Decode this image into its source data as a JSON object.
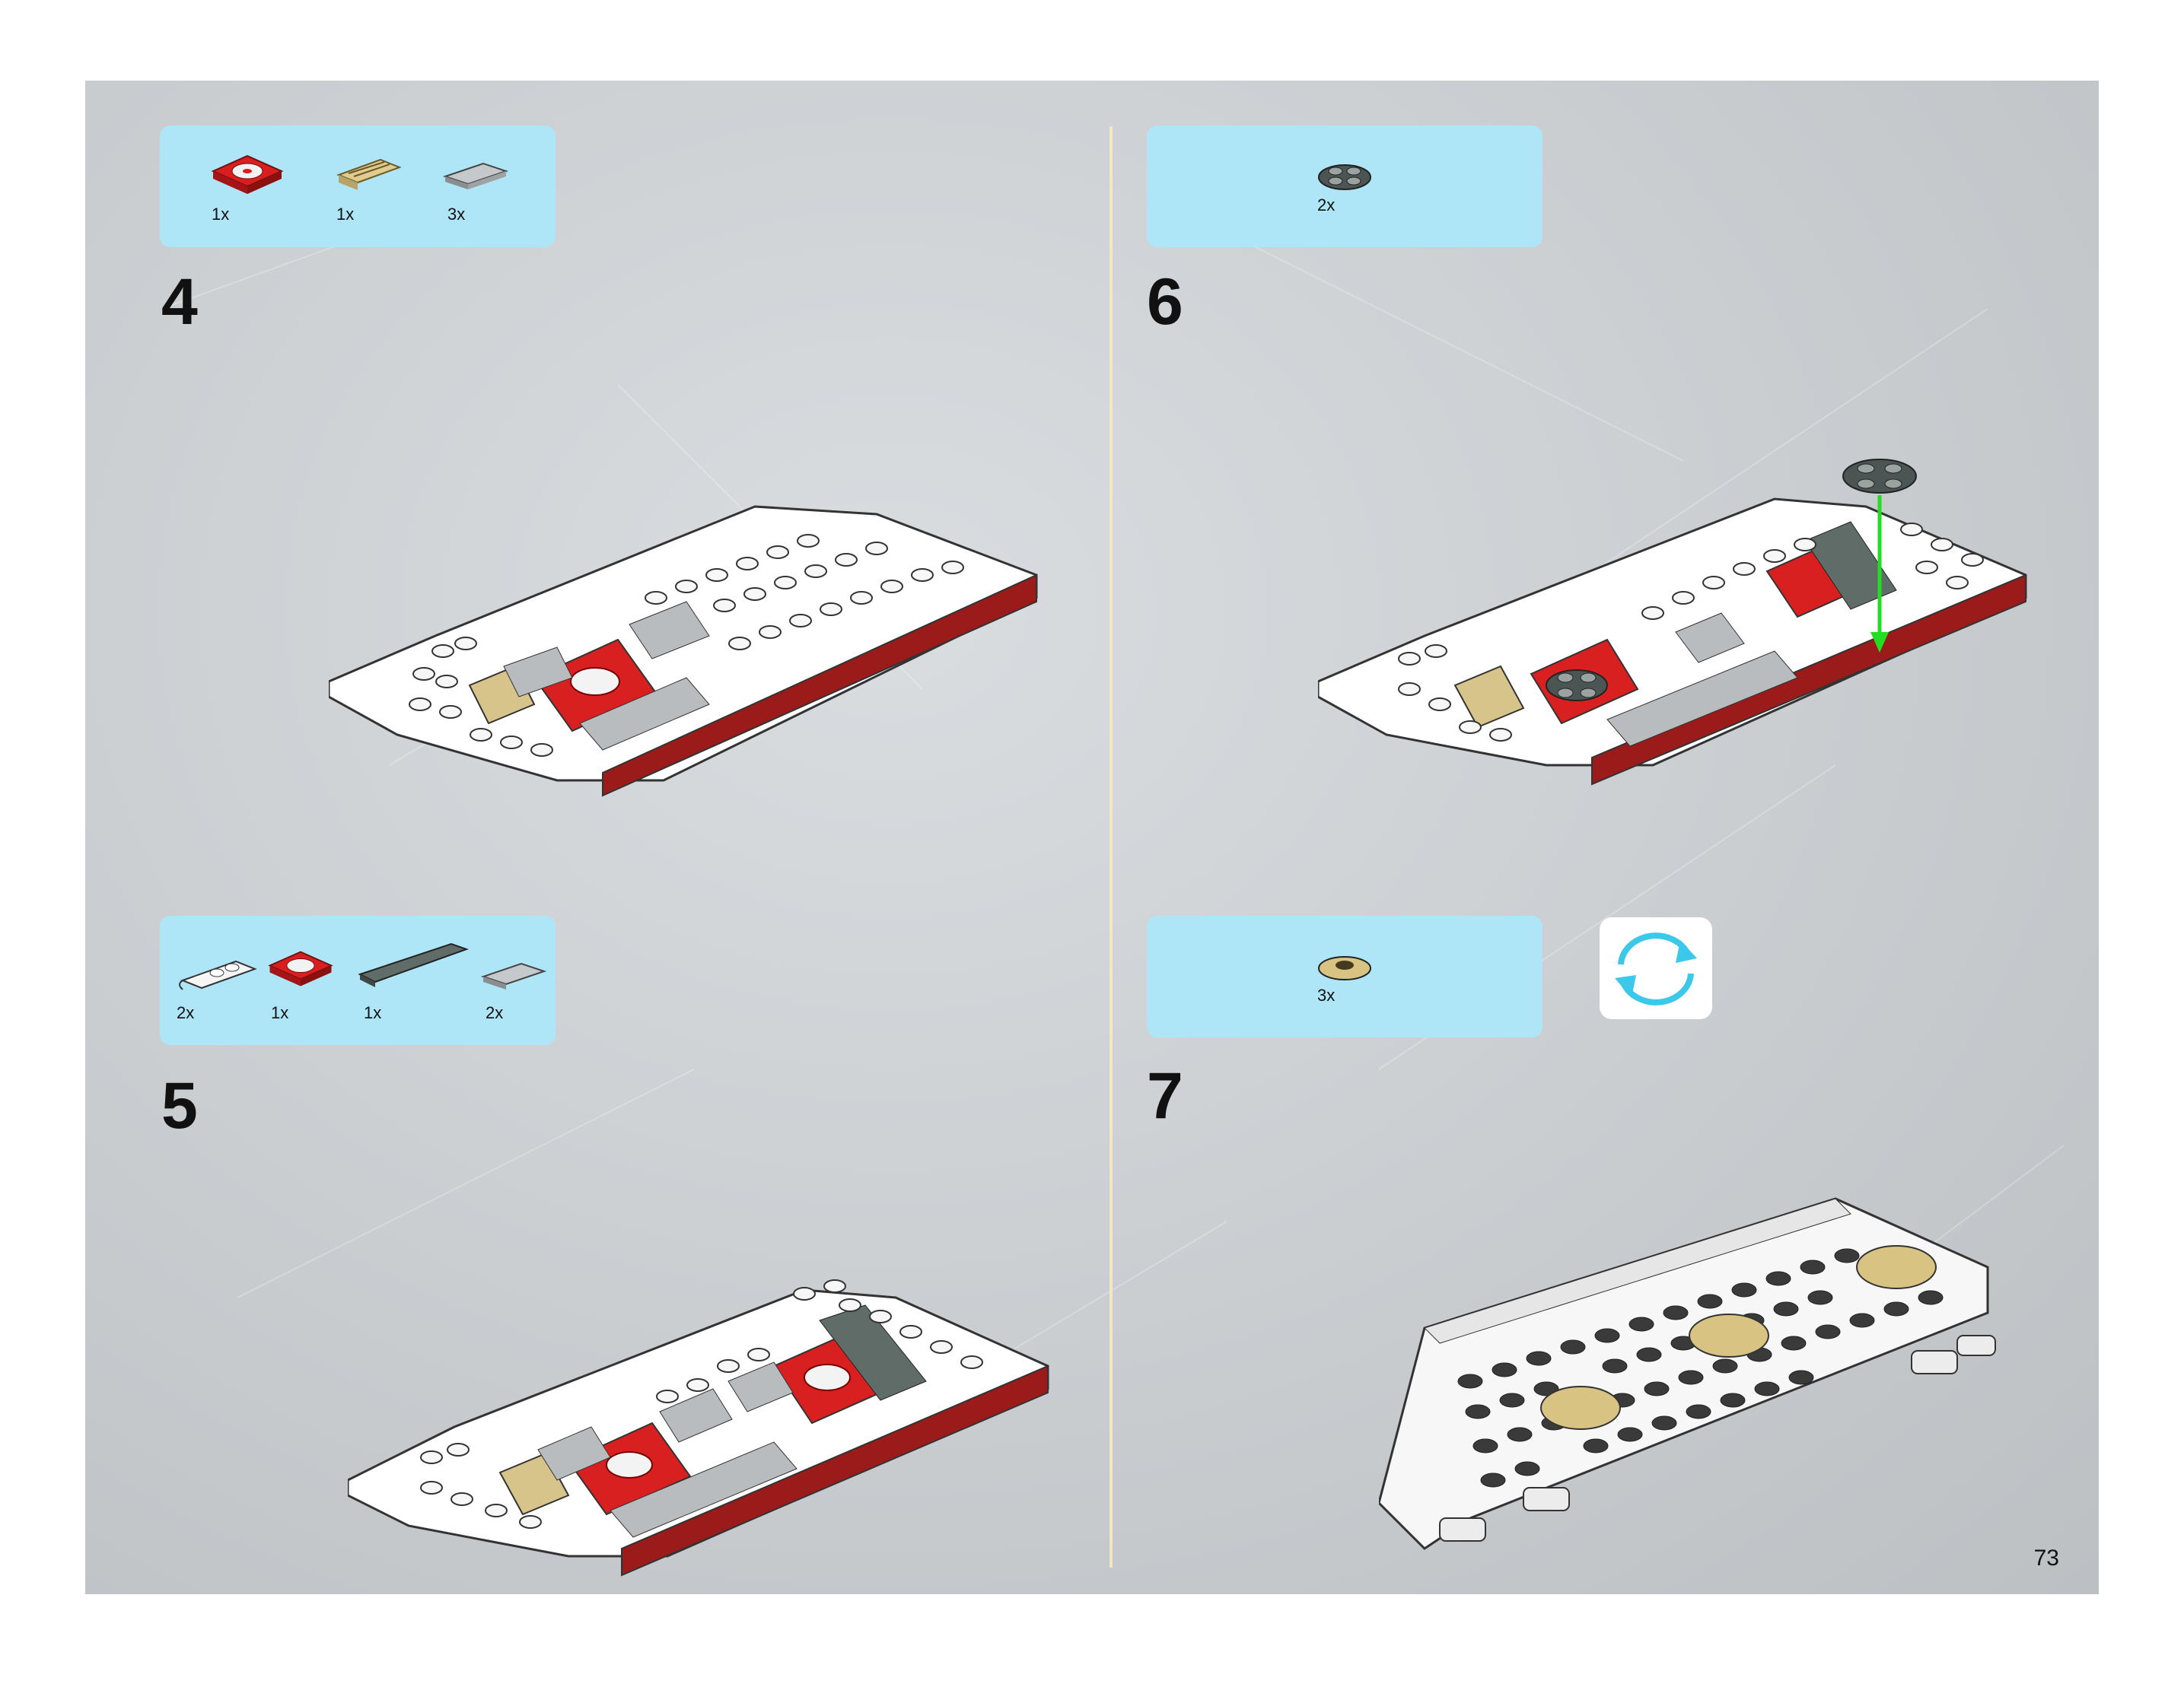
{
  "page_number": "73",
  "steps": [
    {
      "number": "4",
      "parts": [
        {
          "qty": "1x",
          "icon": "red-turntable-plate-icon"
        },
        {
          "qty": "1x",
          "icon": "tan-grille-tile-icon"
        },
        {
          "qty": "3x",
          "icon": "gray-tile-icon"
        }
      ]
    },
    {
      "number": "5",
      "parts": [
        {
          "qty": "2x",
          "icon": "white-clip-plate-icon"
        },
        {
          "qty": "1x",
          "icon": "red-turntable-plate-icon"
        },
        {
          "qty": "1x",
          "icon": "dark-gray-long-tile-icon"
        },
        {
          "qty": "2x",
          "icon": "gray-tile-icon"
        }
      ]
    },
    {
      "number": "6",
      "parts": [
        {
          "qty": "2x",
          "icon": "dark-gray-round-plate-icon"
        }
      ]
    },
    {
      "number": "7",
      "parts": [
        {
          "qty": "3x",
          "icon": "tan-round-plate-icon"
        }
      ]
    }
  ],
  "rotate_indicator": "rotate-model-icon",
  "colors": {
    "parts_box": "#aee6f7",
    "background": "#c9cdd0",
    "arrow": "#22dd22",
    "divider": "#f3e6c0"
  }
}
